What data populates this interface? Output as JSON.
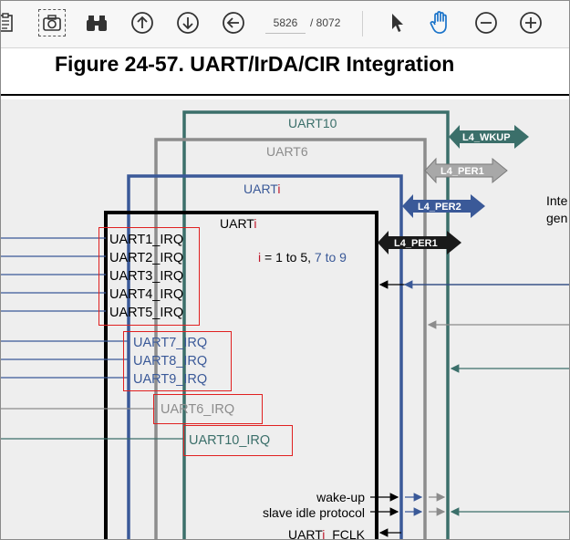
{
  "toolbar": {
    "icons": [
      "clipboard-icon",
      "snapshot-camera-icon",
      "find-binoculars-icon",
      "previous-page-icon",
      "next-page-icon",
      "back-view-icon",
      "select-pointer-icon",
      "hand-tool-icon",
      "zoom-out-icon",
      "zoom-in-icon"
    ],
    "page_current": "5826",
    "page_total": "/ 8072",
    "active_tool": "hand-tool-icon",
    "accent_color": "#1a73c9"
  },
  "document": {
    "figure_title": "Figure 24-57. UART/IrDA/CIR Integration",
    "diagram": {
      "module_labels": {
        "uart10": "UART10",
        "uart6": "UART6",
        "uarti_outer": "UART",
        "uarti_outer_suffix": "i",
        "uarti_inner": "UART",
        "uarti_inner_suffix": "i"
      },
      "index_note": {
        "i": "i",
        "eq": " = 1 to 5, ",
        "extra": "7 to 9"
      },
      "interconnects": [
        "L4_WKUP",
        "L4_PER1",
        "L4_PER2",
        "L4_PER1"
      ],
      "irq_group_a": [
        "UART1_IRQ",
        "UART2_IRQ",
        "UART3_IRQ",
        "UART4_IRQ",
        "UART5_IRQ"
      ],
      "irq_group_b": [
        "UART7_IRQ",
        "UART8_IRQ",
        "UART9_IRQ"
      ],
      "irq_uart6": "UART6_IRQ",
      "irq_uart10": "UART10_IRQ",
      "signals": {
        "wakeup": "wake-up",
        "slave_idle": "slave idle protocol",
        "fclk_prefix": "UART",
        "fclk_i": "i",
        "fclk_suffix": "_FCLK"
      },
      "side_text": [
        "Inte",
        "gen"
      ],
      "colors": {
        "uart10": "#3b6f6a",
        "uart6": "#8c8c8c",
        "uarti_outer": "#3a5998",
        "uarti_inner": "#000000",
        "highlight": "#e02020",
        "index_red": "#c0182c"
      }
    }
  }
}
